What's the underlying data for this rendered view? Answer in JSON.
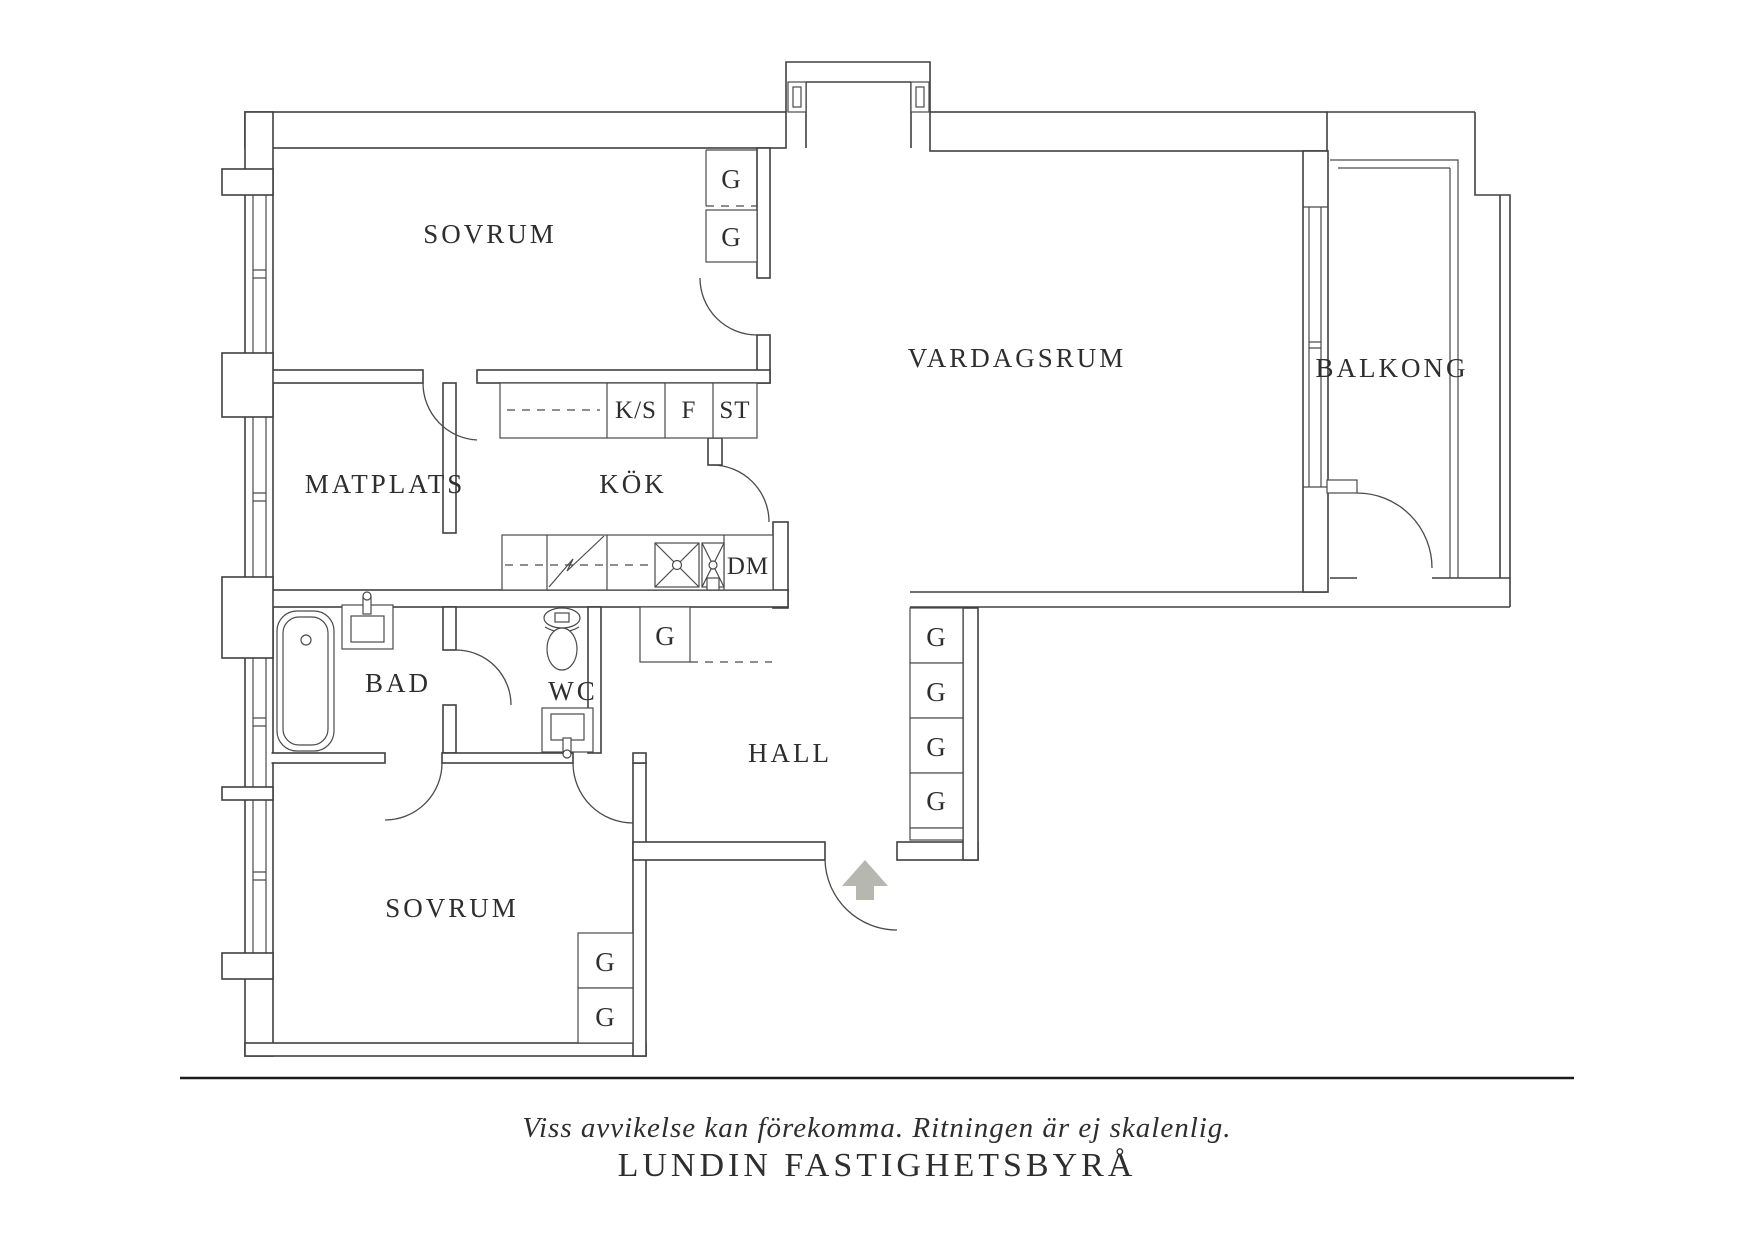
{
  "rooms": {
    "sovrum_top": "SOVRUM",
    "vardagsrum": "VARDAGSRUM",
    "balkong": "BALKONG",
    "matplats": "MATPLATS",
    "kok": "KÖK",
    "bad": "BAD",
    "wc": "WC",
    "hall": "HALL",
    "sovrum_bottom": "SOVRUM"
  },
  "kitchen": {
    "kyl_sval": "K/S",
    "frys": "F",
    "stad": "ST",
    "diskmaskin": "DM"
  },
  "labels": {
    "wardrobe": "G"
  },
  "footer": {
    "disclaimer": "Viss avvikelse kan förekomma. Ritningen är ej skalenlig.",
    "agency": "LUNDIN FASTIGHETSBYRÅ"
  },
  "colors": {
    "wall_line": "#404040",
    "text": "#2e2e2e",
    "entry_arrow": "#b7b7b1",
    "background": "#ffffff"
  }
}
